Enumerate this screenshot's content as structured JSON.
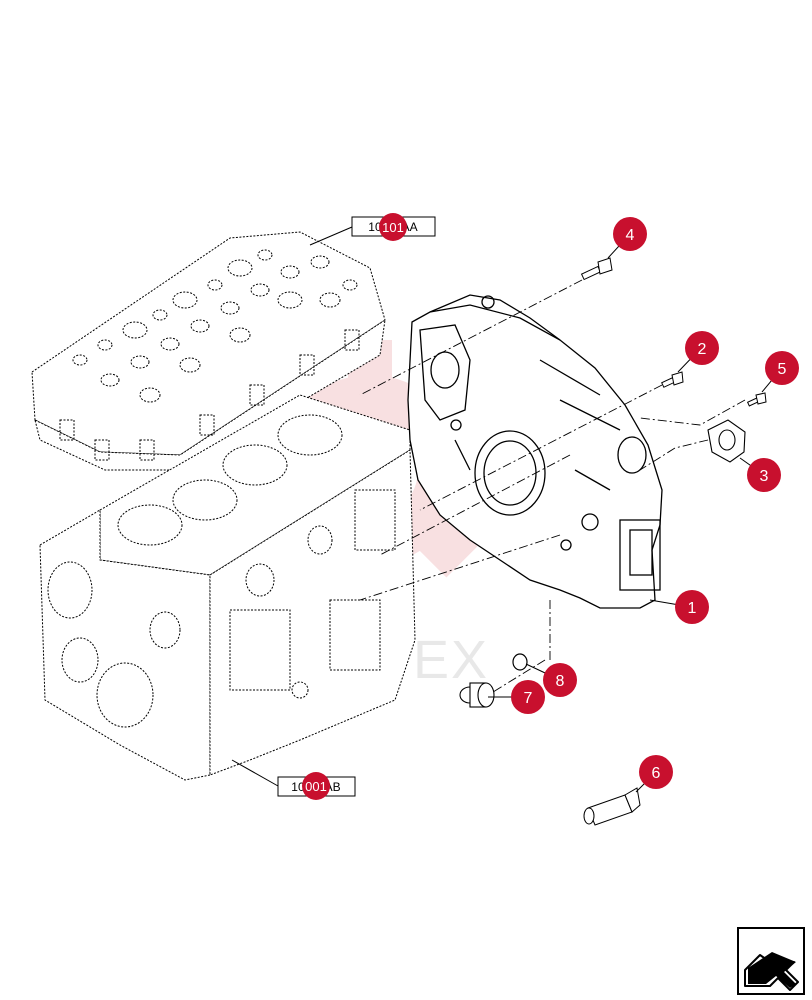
{
  "diagram": {
    "watermark_text": "VATEX",
    "reference_labels": [
      {
        "id": "ref-top",
        "text": "10101AA",
        "marker": "101"
      },
      {
        "id": "ref-bottom",
        "text": "10001AB",
        "marker": "001"
      }
    ],
    "callouts": [
      "1",
      "2",
      "3",
      "4",
      "5",
      "6",
      "7",
      "8"
    ],
    "colors": {
      "callout": "#c8102e",
      "watermark": "#f4c7c9",
      "line": "#000000"
    },
    "icons": {
      "nav": "arrow-icon"
    }
  }
}
